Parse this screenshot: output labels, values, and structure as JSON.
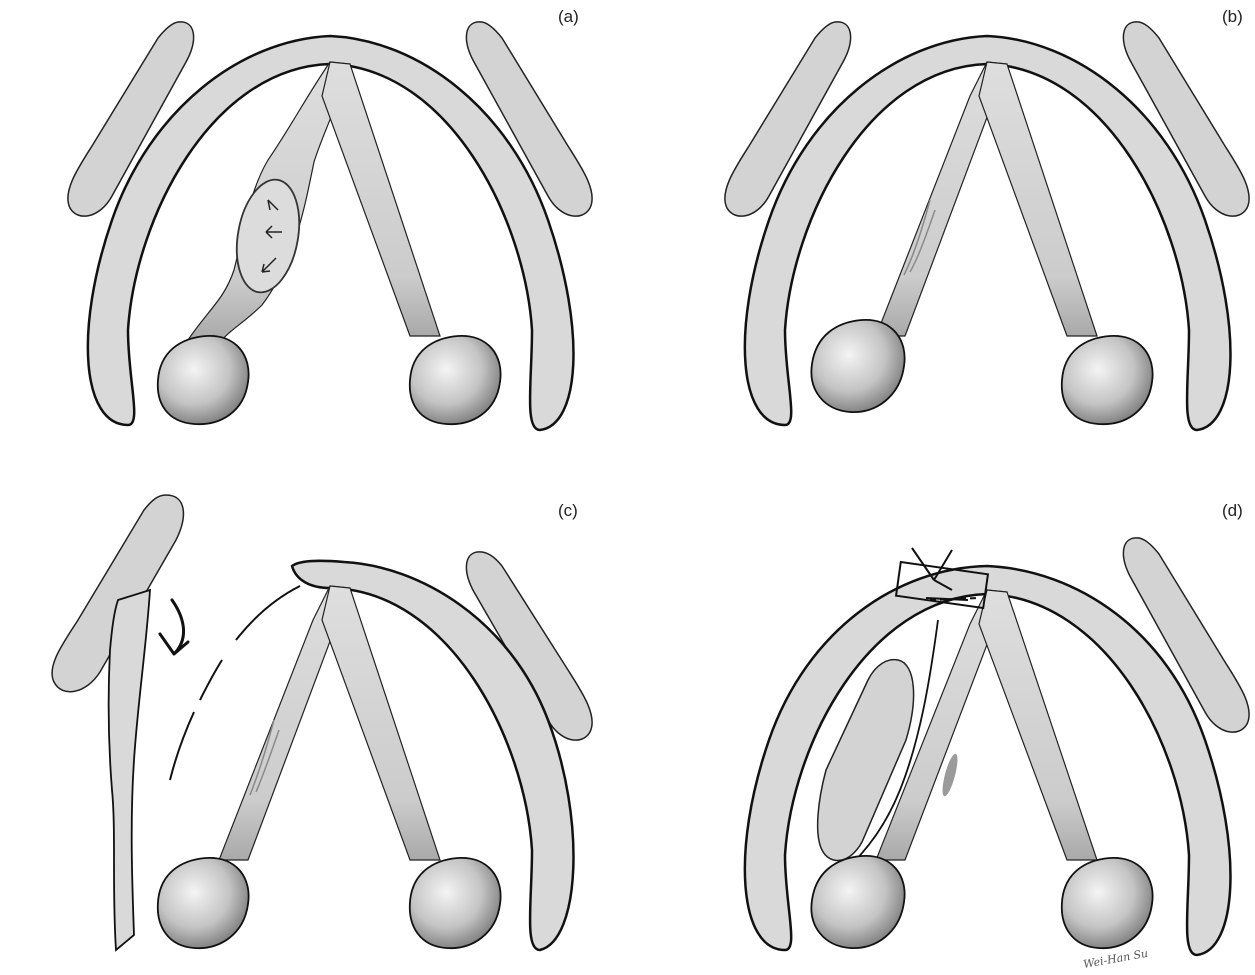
{
  "figure": {
    "colors": {
      "cartilage_fill": "#d9d9d9",
      "cartilage_stroke": "#111111",
      "fold_fill": "#cfcfcf",
      "arytenoid_light": "#f2f2f2",
      "arytenoid_dark": "#8a8a8a",
      "background": "#ffffff"
    },
    "panels": [
      {
        "label": "(a)"
      },
      {
        "label": "(b)"
      },
      {
        "label": "(c)"
      },
      {
        "label": "(d)"
      }
    ],
    "signature": "Wei-Han Su"
  }
}
